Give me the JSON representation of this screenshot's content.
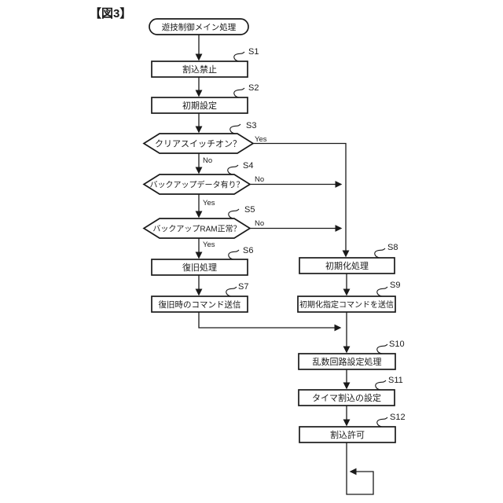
{
  "figure": {
    "title": "【図3】"
  },
  "nodes": {
    "start": {
      "label": "遊技制御メイン処理",
      "type": "terminal"
    },
    "s1": {
      "tag": "S1",
      "label": "割込禁止",
      "type": "process"
    },
    "s2": {
      "tag": "S2",
      "label": "初期設定",
      "type": "process"
    },
    "s3": {
      "tag": "S3",
      "label": "クリアスイッチオン？",
      "type": "decision"
    },
    "s4": {
      "tag": "S4",
      "label": "バックアップデータ有り？",
      "type": "decision"
    },
    "s5": {
      "tag": "S5",
      "label": "バックアップRAM正常？",
      "type": "decision"
    },
    "s6": {
      "tag": "S6",
      "label": "復旧処理",
      "type": "process"
    },
    "s7": {
      "tag": "S7",
      "label": "復旧時のコマンド送信",
      "type": "process"
    },
    "s8": {
      "tag": "S8",
      "label": "初期化処理",
      "type": "process"
    },
    "s9": {
      "tag": "S9",
      "label": "初期化指定コマンドを送信",
      "type": "process"
    },
    "s10": {
      "tag": "S10",
      "label": "乱数回路設定処理",
      "type": "process"
    },
    "s11": {
      "tag": "S11",
      "label": "タイマ割込の設定",
      "type": "process"
    },
    "s12": {
      "tag": "S12",
      "label": "割込許可",
      "type": "process"
    }
  },
  "branches": {
    "s3_yes": "Yes",
    "s3_no": "No",
    "s4_no": "No",
    "s4_yes": "Yes",
    "s5_no": "No",
    "s5_yes": "Yes"
  },
  "colors": {
    "ink": "#1a1a1a",
    "background": "#ffffff"
  }
}
